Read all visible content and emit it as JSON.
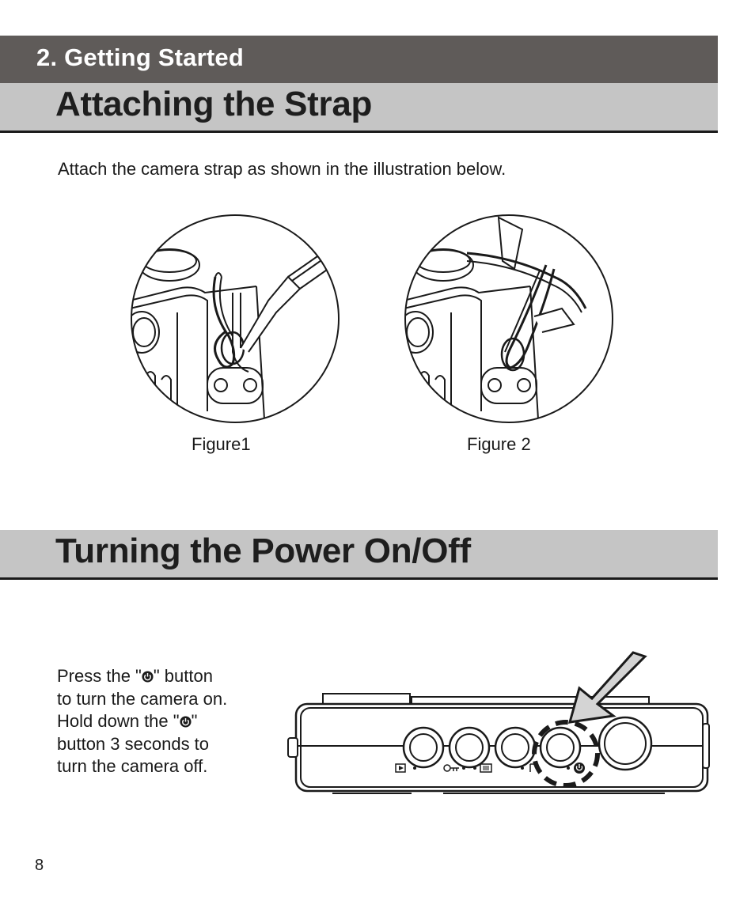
{
  "header": {
    "chapter": "2. Getting Started"
  },
  "sections": [
    {
      "title": "Attaching the Strap"
    },
    {
      "title": "Turning the Power On/Off"
    }
  ],
  "strap": {
    "intro": "Attach the camera strap as shown in the illustration below.",
    "figures": [
      {
        "caption": "Figure1"
      },
      {
        "caption": "Figure 2"
      }
    ]
  },
  "power": {
    "line1_a": "Press the \"",
    "line1_b": "\" button",
    "line2": "to turn the camera on.",
    "line3_a": "Hold down the \"",
    "line3_b": "\"",
    "line4": "button 3 seconds to",
    "line5": "turn the camera off.",
    "icon": "power-icon"
  },
  "footer": {
    "page_number": "8"
  }
}
